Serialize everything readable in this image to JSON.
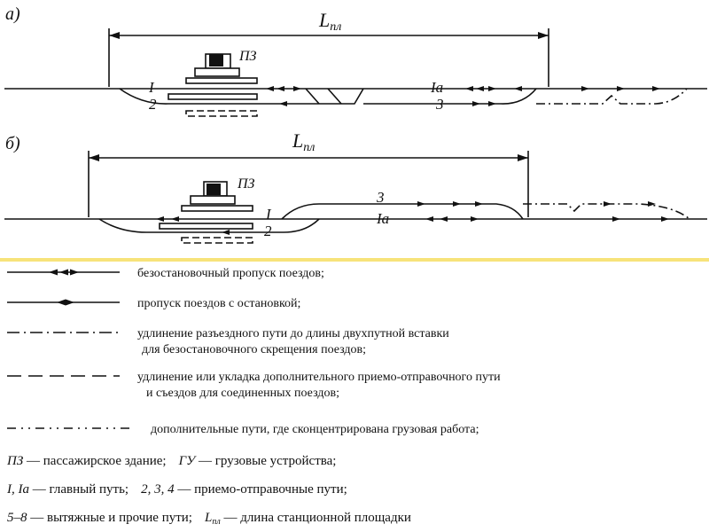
{
  "diagram_a": {
    "label": "а)",
    "length_label": "L",
    "length_sub": "пл",
    "building": "ПЗ",
    "tracks": {
      "main": "I",
      "main_a": "Iа",
      "t2": "2",
      "t3": "3"
    }
  },
  "diagram_b": {
    "label": "б)",
    "length_label": "L",
    "length_sub": "пл",
    "building": "ПЗ",
    "tracks": {
      "main": "I",
      "main_a": "Iа",
      "t2": "2",
      "t3": "3"
    }
  },
  "legend": [
    {
      "symbol": "nonstop",
      "text": "безостановочный пропуск поездов;"
    },
    {
      "symbol": "stop",
      "text": "пропуск поездов с остановкой;"
    },
    {
      "symbol": "dashdot",
      "text": "удлинение разъездного пути до длины двухпутной вставки",
      "text2": "для безостановочного скрещения поездов;"
    },
    {
      "symbol": "dash",
      "text": "удлинение или укладка дополнительного приемо-отправочного пути",
      "text2": "и съездов для соединенных поездов;"
    },
    {
      "symbol": "dashdotdot",
      "text": "дополнительные пути, где сконцентрирована грузовая работа;"
    }
  ],
  "notes": {
    "line1_a": "ПЗ",
    "line1_b": " — пассажирское здание;",
    "line1_c": "ГУ",
    "line1_d": " — грузовые устройства;",
    "line2_a": "I, Iа",
    "line2_b": " — главный путь;",
    "line2_c": "2, 3, 4",
    "line2_d": " — приемо-отправочные пути;",
    "line3_a": "5–8",
    "line3_b": " — вытяжные и прочие пути;",
    "line3_c": "L",
    "line3_sub": "пл",
    "line3_d": " — длина станционной площадки"
  },
  "colors": {
    "ink": "#111111",
    "divider": "#f7e37a"
  }
}
